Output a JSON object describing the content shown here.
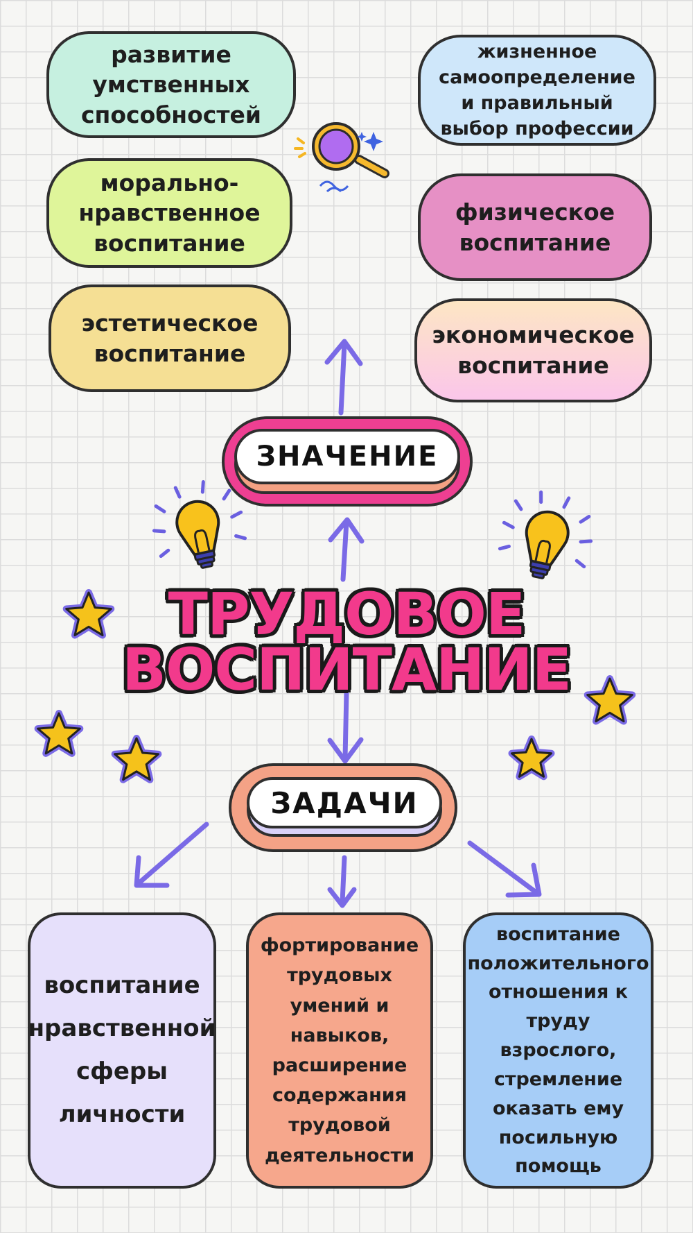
{
  "title": {
    "line1": "ТРУДОВОЕ",
    "line2": "ВОСПИТАНИЕ"
  },
  "meaning_label": "ЗНАЧЕНИЕ",
  "tasks_label": "ЗАДАЧИ",
  "meaning_items": [
    {
      "text": "развитие умственных способностей",
      "color": "#c6f0e0"
    },
    {
      "text": "морально-нравственное воспитание",
      "color": "#dff59a"
    },
    {
      "text": "эстетическое воспитание",
      "color": "#f5df94"
    },
    {
      "text": "жизненное самоопределение и правильный выбор профессии",
      "color": "#cfe7fa"
    },
    {
      "text": "физическое воспитание",
      "color": "#e690c5"
    },
    {
      "text": "экономическое воспитание",
      "color": "#fce0c0"
    }
  ],
  "task_items": [
    {
      "text": "воспитание нравственной сферы личности",
      "color": "#e6e0fb"
    },
    {
      "text": "фортирование трудовых умений и навыков, расширение содержания трудовой деятельности",
      "color": "#f6a78c"
    },
    {
      "text": "воспитание положительного отношения к труду взрослого, стремление оказать ему посильную помощь",
      "color": "#a6cdf7"
    }
  ],
  "colors": {
    "arrow": "#7a6ae6",
    "title_fill": "#f23a8c",
    "meaning_pill": "#ee3f92",
    "tasks_pill": "#f4a286",
    "star": "#f5c21b",
    "bulb": "#f8c21c",
    "magnifier_lens": "#b06cf0"
  },
  "icons": [
    "magnifier-icon",
    "lightbulb-icon",
    "star-icon",
    "arrow-icon"
  ]
}
